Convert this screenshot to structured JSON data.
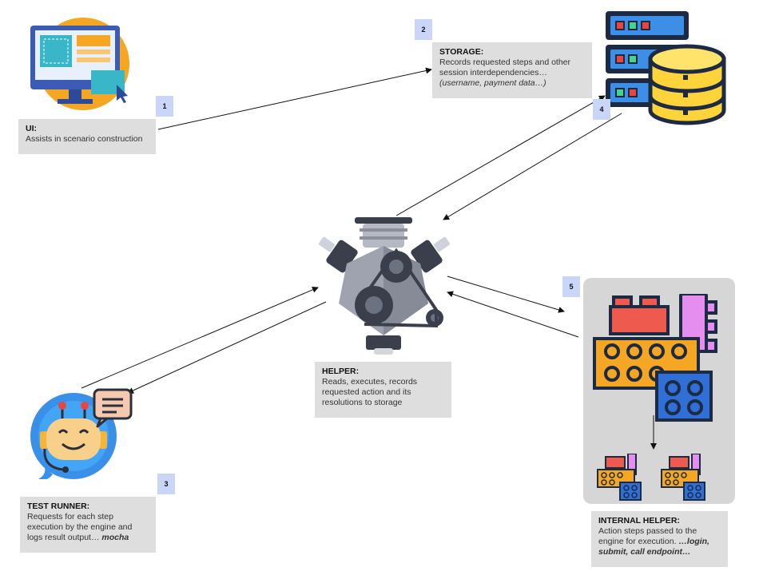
{
  "ui": {
    "number": "1",
    "title": "UI:",
    "desc": "Assists in scenario construction"
  },
  "storage": {
    "number": "2",
    "title": "STORAGE:",
    "desc": "Records requested steps and other session interdependencies…",
    "examples": "(username, payment data…)"
  },
  "test_runner": {
    "number": "3",
    "title": "TEST RUNNER:",
    "desc": "Requests for each step execution by the engine and logs result output…",
    "tool": "mocha"
  },
  "storage_link": {
    "number": "4"
  },
  "helper": {
    "title": "HELPER:",
    "desc": "Reads, executes, records requested action and its resolutions to storage"
  },
  "internal_helper": {
    "number": "5",
    "title": "INTERNAL HELPER:",
    "desc": "Action steps passed to the engine for execution.",
    "actions": "…login, submit, call endpoint…"
  },
  "icons": {
    "ui": "computer-monitor-icon",
    "storage": "server-database-icon",
    "helper": "engine-icon",
    "test_runner": "chatbot-icon",
    "internal_helper": "building-blocks-icon"
  }
}
